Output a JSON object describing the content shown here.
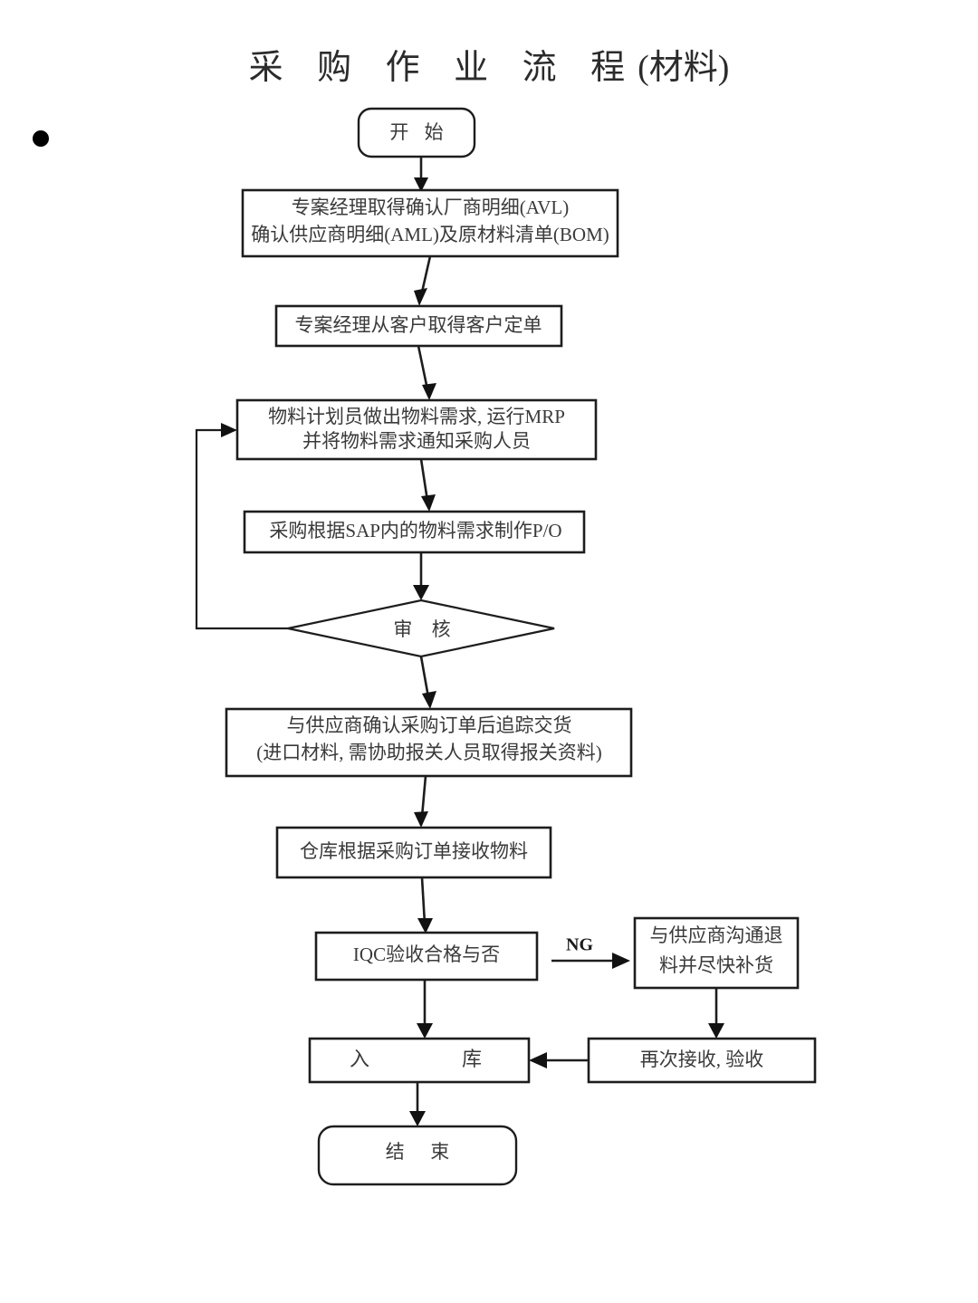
{
  "document": {
    "title": "采 购 作 业 流 程",
    "title_suffix": "(材料)",
    "bullet_marker": "•"
  },
  "colors": {
    "background": "#ffffff",
    "stroke": "#1d1d1d",
    "text": "#3a3a3a",
    "title_text": "#2b2b2b",
    "arrow_fill": "#121212"
  },
  "chart_data": {
    "type": "diagram",
    "diagram_kind": "flowchart",
    "title": "采 购 作 业 流 程(材料)",
    "orientation": "top-to-bottom",
    "nodes": [
      {
        "id": "start",
        "shape": "terminal",
        "lines": [
          "开 始"
        ]
      },
      {
        "id": "avl_aml_bom",
        "shape": "process",
        "lines": [
          "专案经理取得确认厂商明细(AVL)",
          "确认供应商明细(AML)及原材料清单(BOM)"
        ]
      },
      {
        "id": "customer_po",
        "shape": "process",
        "lines": [
          "专案经理从客户取得客户定单"
        ]
      },
      {
        "id": "mrp",
        "shape": "process",
        "lines": [
          "物料计划员做出物料需求, 运行MRP",
          "并将物料需求通知采购人员"
        ]
      },
      {
        "id": "sap_po",
        "shape": "process",
        "lines": [
          "采购根据SAP内的物料需求制作P/O"
        ]
      },
      {
        "id": "review",
        "shape": "decision",
        "lines": [
          "审 核"
        ]
      },
      {
        "id": "confirm_po",
        "shape": "process",
        "lines": [
          "与供应商确认采购订单后追踪交货",
          "(进口材料, 需协助报关人员取得报关资料)"
        ]
      },
      {
        "id": "warehouse_in",
        "shape": "process",
        "lines": [
          "仓库根据采购订单接收物料"
        ]
      },
      {
        "id": "iqc",
        "shape": "process",
        "lines": [
          "IQC验收合格与否"
        ]
      },
      {
        "id": "return_material",
        "shape": "process",
        "lines": [
          "与供应商沟通退",
          "料并尽快补货"
        ]
      },
      {
        "id": "recheck",
        "shape": "process",
        "lines": [
          "再次接收, 验收"
        ]
      },
      {
        "id": "stock_in",
        "shape": "process",
        "lines": [
          "入    库"
        ]
      },
      {
        "id": "end",
        "shape": "terminal",
        "lines": [
          "结  束"
        ]
      }
    ],
    "edges": [
      {
        "from": "start",
        "to": "avl_aml_bom",
        "label": ""
      },
      {
        "from": "avl_aml_bom",
        "to": "customer_po",
        "label": ""
      },
      {
        "from": "customer_po",
        "to": "mrp",
        "label": ""
      },
      {
        "from": "mrp",
        "to": "sap_po",
        "label": ""
      },
      {
        "from": "sap_po",
        "to": "review",
        "label": ""
      },
      {
        "from": "review",
        "to": "mrp",
        "label": "",
        "route": "left-feedback-loop"
      },
      {
        "from": "review",
        "to": "confirm_po",
        "label": ""
      },
      {
        "from": "confirm_po",
        "to": "warehouse_in",
        "label": ""
      },
      {
        "from": "warehouse_in",
        "to": "iqc",
        "label": ""
      },
      {
        "from": "iqc",
        "to": "return_material",
        "label": "NG"
      },
      {
        "from": "iqc",
        "to": "stock_in",
        "label": ""
      },
      {
        "from": "return_material",
        "to": "recheck",
        "label": ""
      },
      {
        "from": "recheck",
        "to": "stock_in",
        "label": ""
      },
      {
        "from": "stock_in",
        "to": "end",
        "label": ""
      }
    ]
  },
  "nodes": {
    "start": {
      "line1": "开 始"
    },
    "avl_aml_bom": {
      "line1": "专案经理取得确认厂商明细(AVL)",
      "line2": "确认供应商明细(AML)及原材料清单(BOM)"
    },
    "customer_po": {
      "line1": "专案经理从客户取得客户定单"
    },
    "mrp": {
      "line1": "物料计划员做出物料需求, 运行MRP",
      "line2": "并将物料需求通知采购人员"
    },
    "sap_po": {
      "line1": "采购根据SAP内的物料需求制作P/O"
    },
    "review": {
      "line1": "审 核"
    },
    "confirm_po": {
      "line1": "与供应商确认采购订单后追踪交货",
      "line2": "(进口材料, 需协助报关人员取得报关资料)"
    },
    "warehouse_in": {
      "line1": "仓库根据采购订单接收物料"
    },
    "iqc": {
      "line1": "IQC验收合格与否"
    },
    "return_material": {
      "line1": "与供应商沟通退",
      "line2": "料并尽快补货"
    },
    "recheck": {
      "line1": "再次接收, 验收"
    },
    "stock_in": {
      "line1": "入    库"
    },
    "end": {
      "line1": "结  束"
    }
  },
  "edge_labels": {
    "iqc_ng": "NG"
  }
}
